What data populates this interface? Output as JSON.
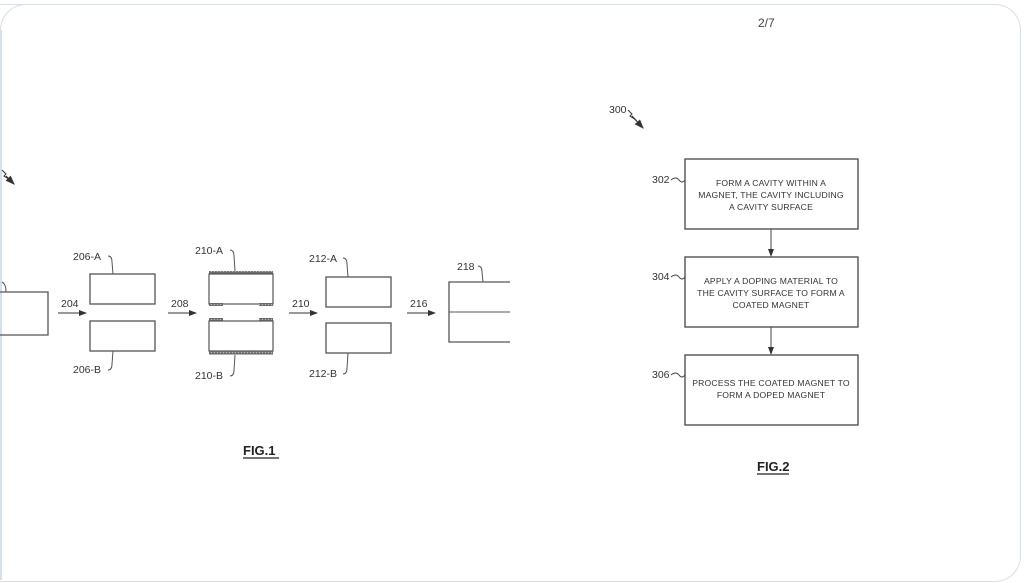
{
  "page": {
    "number": "2/7"
  },
  "fig1": {
    "caption": "FIG.1",
    "labels": {
      "arrow_204": "204",
      "arrow_208": "208",
      "arrow_210": "210",
      "arrow_216": "216",
      "part_206a": "206-A",
      "part_206b": "206-B",
      "part_210a": "210-A",
      "part_210b": "210-B",
      "part_212a": "212-A",
      "part_212b": "212-B",
      "part_218": "218"
    }
  },
  "fig2": {
    "caption": "FIG.2",
    "ref": "300",
    "steps": [
      {
        "ref": "302",
        "lines": [
          "FORM A CAVITY WITHIN A",
          "MAGNET, THE CAVITY INCLUDING",
          "A CAVITY SURFACE"
        ]
      },
      {
        "ref": "304",
        "lines": [
          "APPLY A DOPING MATERIAL TO",
          "THE CAVITY SURFACE TO FORM A",
          "COATED MAGNET"
        ]
      },
      {
        "ref": "306",
        "lines": [
          "PROCESS THE COATED MAGNET TO",
          "FORM A DOPED MAGNET"
        ]
      }
    ]
  }
}
